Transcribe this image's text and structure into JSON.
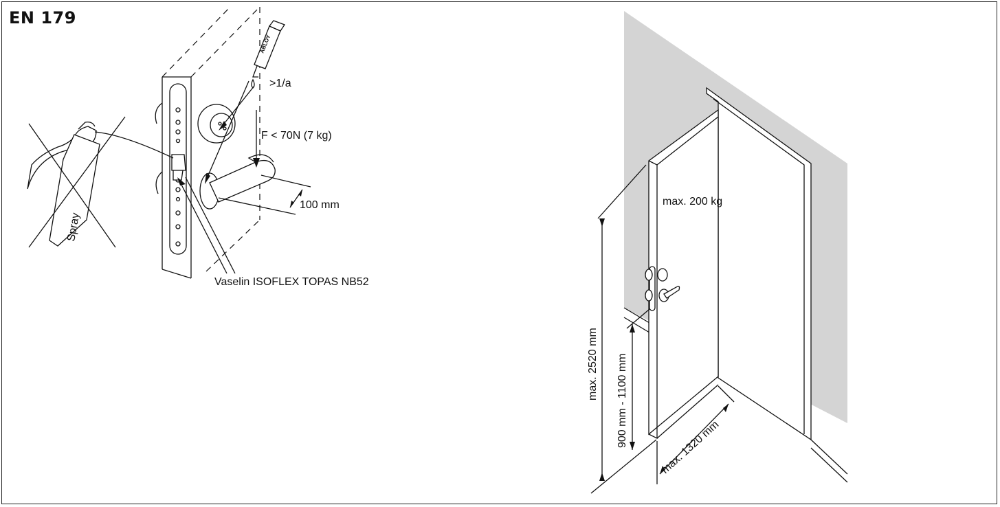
{
  "header": {
    "title": "EN 179"
  },
  "left_figure": {
    "brand": "ABLOY",
    "interval": ">1/a",
    "force": "F < 70N (7 kg)",
    "lever_distance": "100 mm",
    "spray_label": "Spray",
    "lubricant": "Vaselin ISOFLEX TOPAS NB52"
  },
  "right_figure": {
    "max_weight": "max. 200 kg",
    "max_height": "max. 2520 mm",
    "handle_height": "900 mm - 1100 mm",
    "max_width": "max. 1320 mm"
  },
  "colors": {
    "wall": "#d4d4d4",
    "line": "#111111",
    "background": "#ffffff"
  }
}
